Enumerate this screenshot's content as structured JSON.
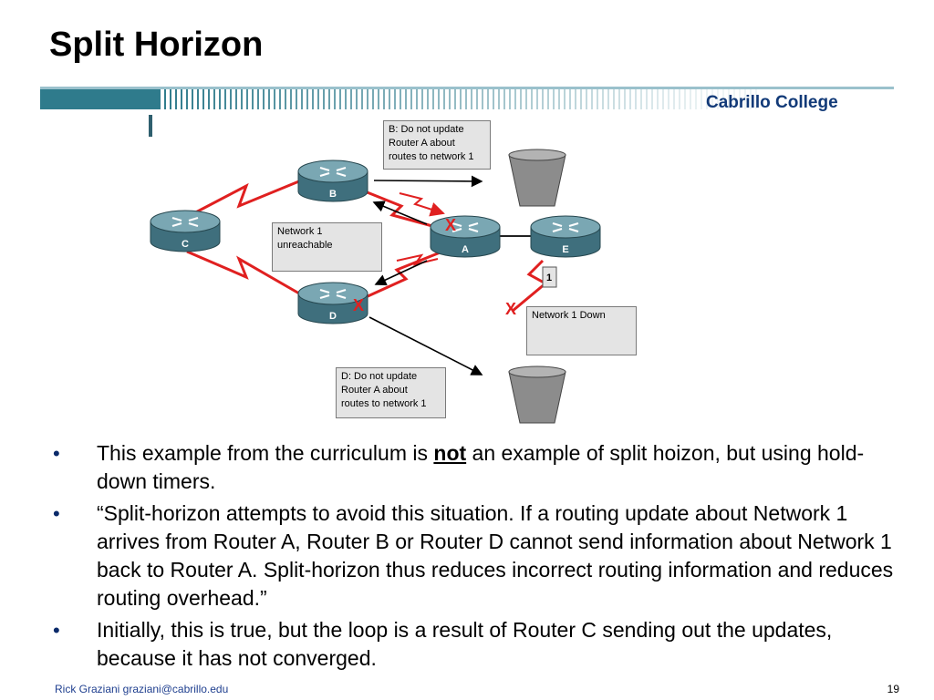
{
  "slide": {
    "title": "Split Horizon",
    "college": "Cabrillo College"
  },
  "diagram": {
    "routers": [
      {
        "label": "B"
      },
      {
        "label": "C"
      },
      {
        "label": "A"
      },
      {
        "label": "E"
      },
      {
        "label": "D"
      }
    ],
    "notes": {
      "top_box": [
        "B: Do not update",
        "Router A about",
        "routes to network 1"
      ],
      "middle_box": [
        "Network 1",
        "unreachable"
      ],
      "bottom_box": [
        "D: Do not update",
        "Router A about",
        "routes to network 1"
      ],
      "right_box": [
        "Network 1 Down"
      ]
    },
    "network_tag": "1",
    "x_mark": "X",
    "colors": {
      "link": "#e02020",
      "router_top": "#7aa7b3",
      "router_side": "#3f6f7d",
      "bucket": "#8c8c8c"
    }
  },
  "bullets": {
    "b1_before": "This example from the curriculum is ",
    "b1_emph": "not",
    "b1_after": " an example of split hoizon, but using hold-down timers.",
    "b2": "“Split-horizon attempts to avoid this situation. If a routing update about Network 1 arrives from Router A, Router B or Router D cannot send information about Network 1 back to Router A.   Split-horizon thus reduces incorrect routing information and reduces routing overhead.”",
    "b3": "Initially, this is true, but the loop is a result of Router C sending out the updates, because it has not converged.",
    "marker": "•"
  },
  "footer": {
    "author": "Rick Graziani  graziani@cabrillo.edu",
    "page": "19"
  }
}
